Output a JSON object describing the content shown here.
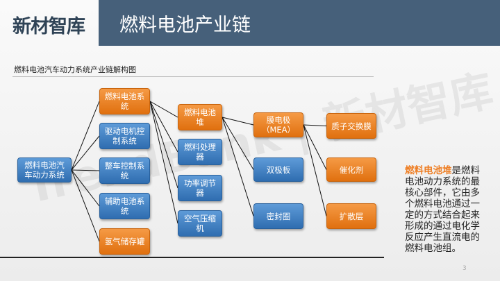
{
  "logo": "新材智库",
  "header": {
    "title": "燃料电池产业链"
  },
  "subtitle": "燃料电池汽车动力系统产业链解构图",
  "watermark": "TrendBank | 新材智库",
  "colors": {
    "blue": "#3f7fc4",
    "orange": "#ee7d22",
    "header": "#46607a"
  },
  "diagram": {
    "root": "燃料电池汽车动力系统",
    "level1": [
      "燃料电池系统",
      "驱动电机控制系统",
      "整车控制系统",
      "辅助电池系统",
      "氢气储存罐"
    ],
    "level2": [
      "燃料电池堆",
      "燃料处理器",
      "功率调节器",
      "空气压缩机"
    ],
    "level3": [
      "膜电极（MEA）",
      "双极板",
      "密封圈"
    ],
    "level4": [
      "质子交换膜",
      "催化剂",
      "扩散层"
    ]
  },
  "description": {
    "highlight": "燃料电池堆",
    "text": "是燃料电池动力系统的最核心部件，它由多个燃料电池通过一定的方式结合起来形成的通过电化学反应产生直流电的燃料电池组。"
  },
  "page_number": "3"
}
